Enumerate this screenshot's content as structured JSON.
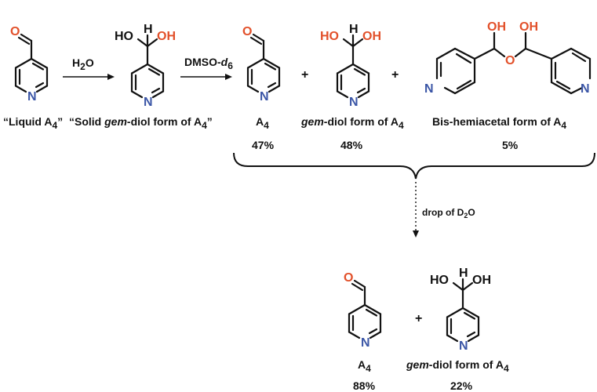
{
  "colors": {
    "oxygen": "#e2502a",
    "nitrogen": "#3b56a6",
    "ink": "#111111"
  },
  "atoms": {
    "O": "O",
    "OH": "OH",
    "HO": "HO",
    "H": "H",
    "N": "N"
  },
  "step1": {
    "reagent_main": "H",
    "reagent_sub": "2",
    "reagent_tail": "O"
  },
  "step2": {
    "reagent_main": "DMSO-",
    "reagent_italic": "d",
    "reagent_sub": "6"
  },
  "labels": {
    "liquid": {
      "prefix": "“Liquid A",
      "sub": "4",
      "suffix": "”"
    },
    "solid": {
      "prefix": "“Solid ",
      "italic": "gem",
      "mid": "-diol form of A",
      "sub": "4",
      "suffix": "”"
    },
    "a4": {
      "main": "A",
      "sub": "4"
    },
    "gemdiol": {
      "italic": "gem",
      "mid": "-diol form of A",
      "sub": "4"
    },
    "bis": {
      "mid": "Bis-hemiacetal form of A",
      "sub": "4"
    }
  },
  "plus": "+",
  "top_percent": {
    "a4": "47%",
    "gemdiol": "48%",
    "bis": "5%"
  },
  "d2o": {
    "prefix": "drop of D",
    "sub": "2",
    "suffix": "O"
  },
  "bottom_percent": {
    "a4": "88%",
    "gemdiol": "22%"
  }
}
